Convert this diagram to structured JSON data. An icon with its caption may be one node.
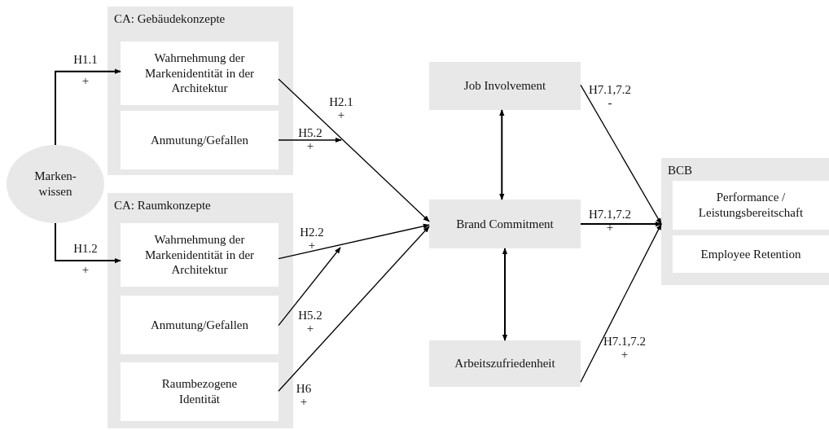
{
  "diagram": {
    "nodes": [
      {
        "text": [
          "CA: Gebäudekonzepte"
        ]
      },
      {
        "text": [
          "Wahrnehmung der Markenidentität in der Architektur"
        ],
        "in": 0
      },
      {
        "text": [
          "Anmutung/Gefallen"
        ],
        "in": 0
      },
      {
        "text": [
          "Marken-wissen"
        ]
      },
      {
        "text": [
          "CA: Raumkonzepte"
        ]
      },
      {
        "text": [
          "Wahrnehmung der Markenidentität in der Architektur"
        ],
        "in": 4
      },
      {
        "text": [
          "Anmutung/Gefallen"
        ],
        "in": 4
      },
      {
        "text": [
          "Raumbezogene Identität"
        ],
        "in": 4
      },
      {
        "text": [
          "Job Involvement"
        ]
      },
      {
        "text": [
          "Brand Commitment"
        ]
      },
      {
        "text": [
          "Arbeitszufriedenheit"
        ]
      },
      {
        "text": [
          "BCB"
        ]
      },
      {
        "text": [
          "Performance / Leistungsbereitschaft"
        ],
        "in": 11
      },
      {
        "text": [
          "Employee Retention"
        ],
        "in": 11
      }
    ],
    "edges": [
      {
        "from": 3,
        "to": 1,
        "arrow": "to",
        "label": "H1.1 +"
      },
      {
        "from": 3,
        "to": 5,
        "arrow": "to",
        "label": "H1.2 +"
      },
      {
        "from": 1,
        "to": 9,
        "arrow": "to",
        "label": "H2.1 +"
      },
      {
        "from": 2,
        "to": null,
        "arrow": "to",
        "label": "H5.2 +"
      },
      {
        "from": 5,
        "to": 9,
        "arrow": "to",
        "label": "H2.2 +"
      },
      {
        "from": 6,
        "to": null,
        "arrow": "to",
        "label": "H5.2 +"
      },
      {
        "from": 7,
        "to": 9,
        "arrow": "to",
        "label": "H6 +"
      },
      {
        "from": 8,
        "to": 9,
        "arrow": "both"
      },
      {
        "from": 9,
        "to": 10,
        "arrow": "both"
      },
      {
        "from": 8,
        "to": 11,
        "arrow": "to",
        "label": "H7.1,7.2 -"
      },
      {
        "from": 9,
        "to": 11,
        "arrow": "to",
        "label": "H7.1,7.2 +"
      },
      {
        "from": 10,
        "to": 11,
        "arrow": "to",
        "label": "H7.1,7.2 +"
      }
    ]
  }
}
